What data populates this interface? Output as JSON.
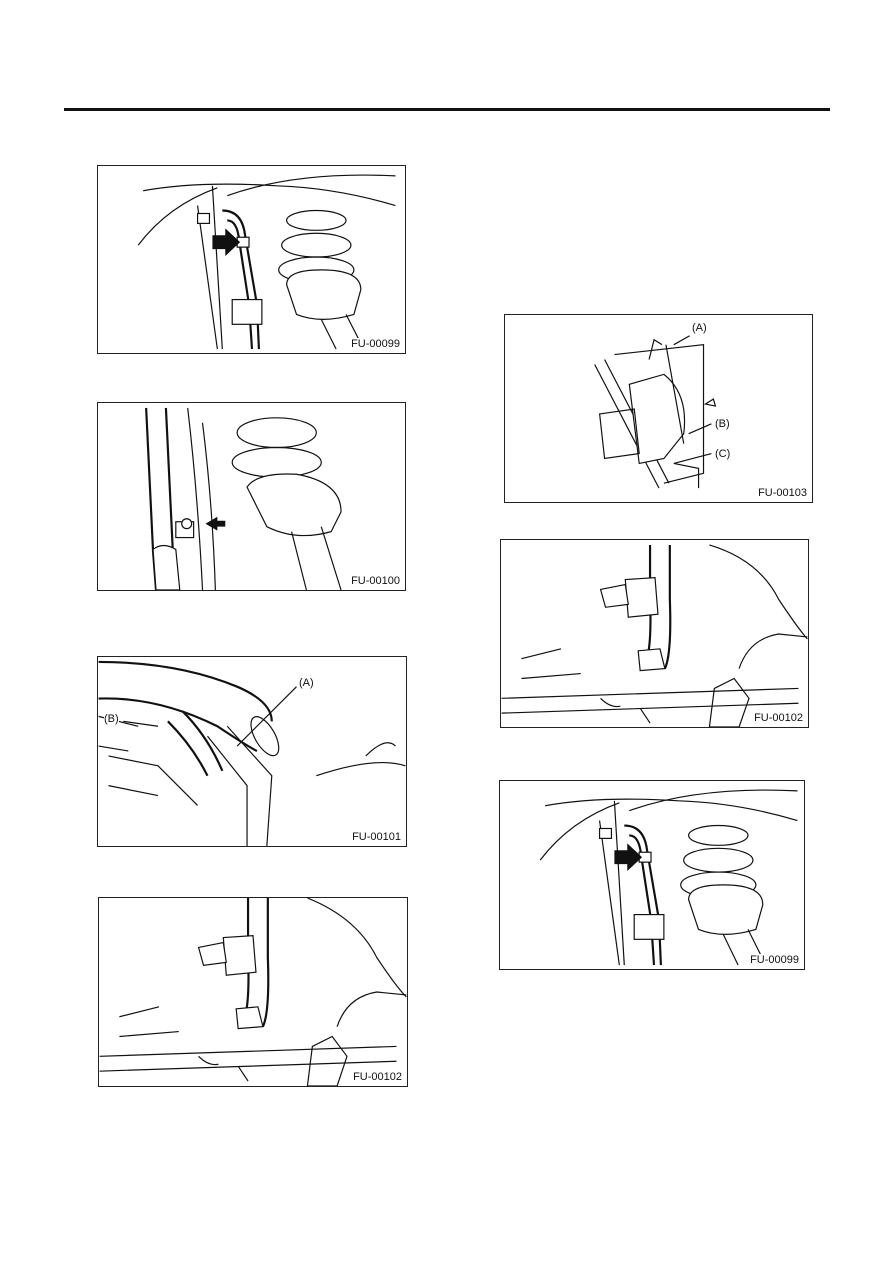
{
  "figures": [
    {
      "id": "fig1",
      "code": "FU-00099"
    },
    {
      "id": "fig2",
      "code": "FU-00100"
    },
    {
      "id": "fig3",
      "code": "FU-00101",
      "callouts": [
        "(A)",
        "(B)"
      ]
    },
    {
      "id": "fig4",
      "code": "FU-00102"
    },
    {
      "id": "fig5",
      "code": "FU-00103",
      "callouts": [
        "(A)",
        "(B)",
        "(C)"
      ]
    },
    {
      "id": "fig6",
      "code": "FU-00102"
    },
    {
      "id": "fig7",
      "code": "FU-00099"
    }
  ]
}
